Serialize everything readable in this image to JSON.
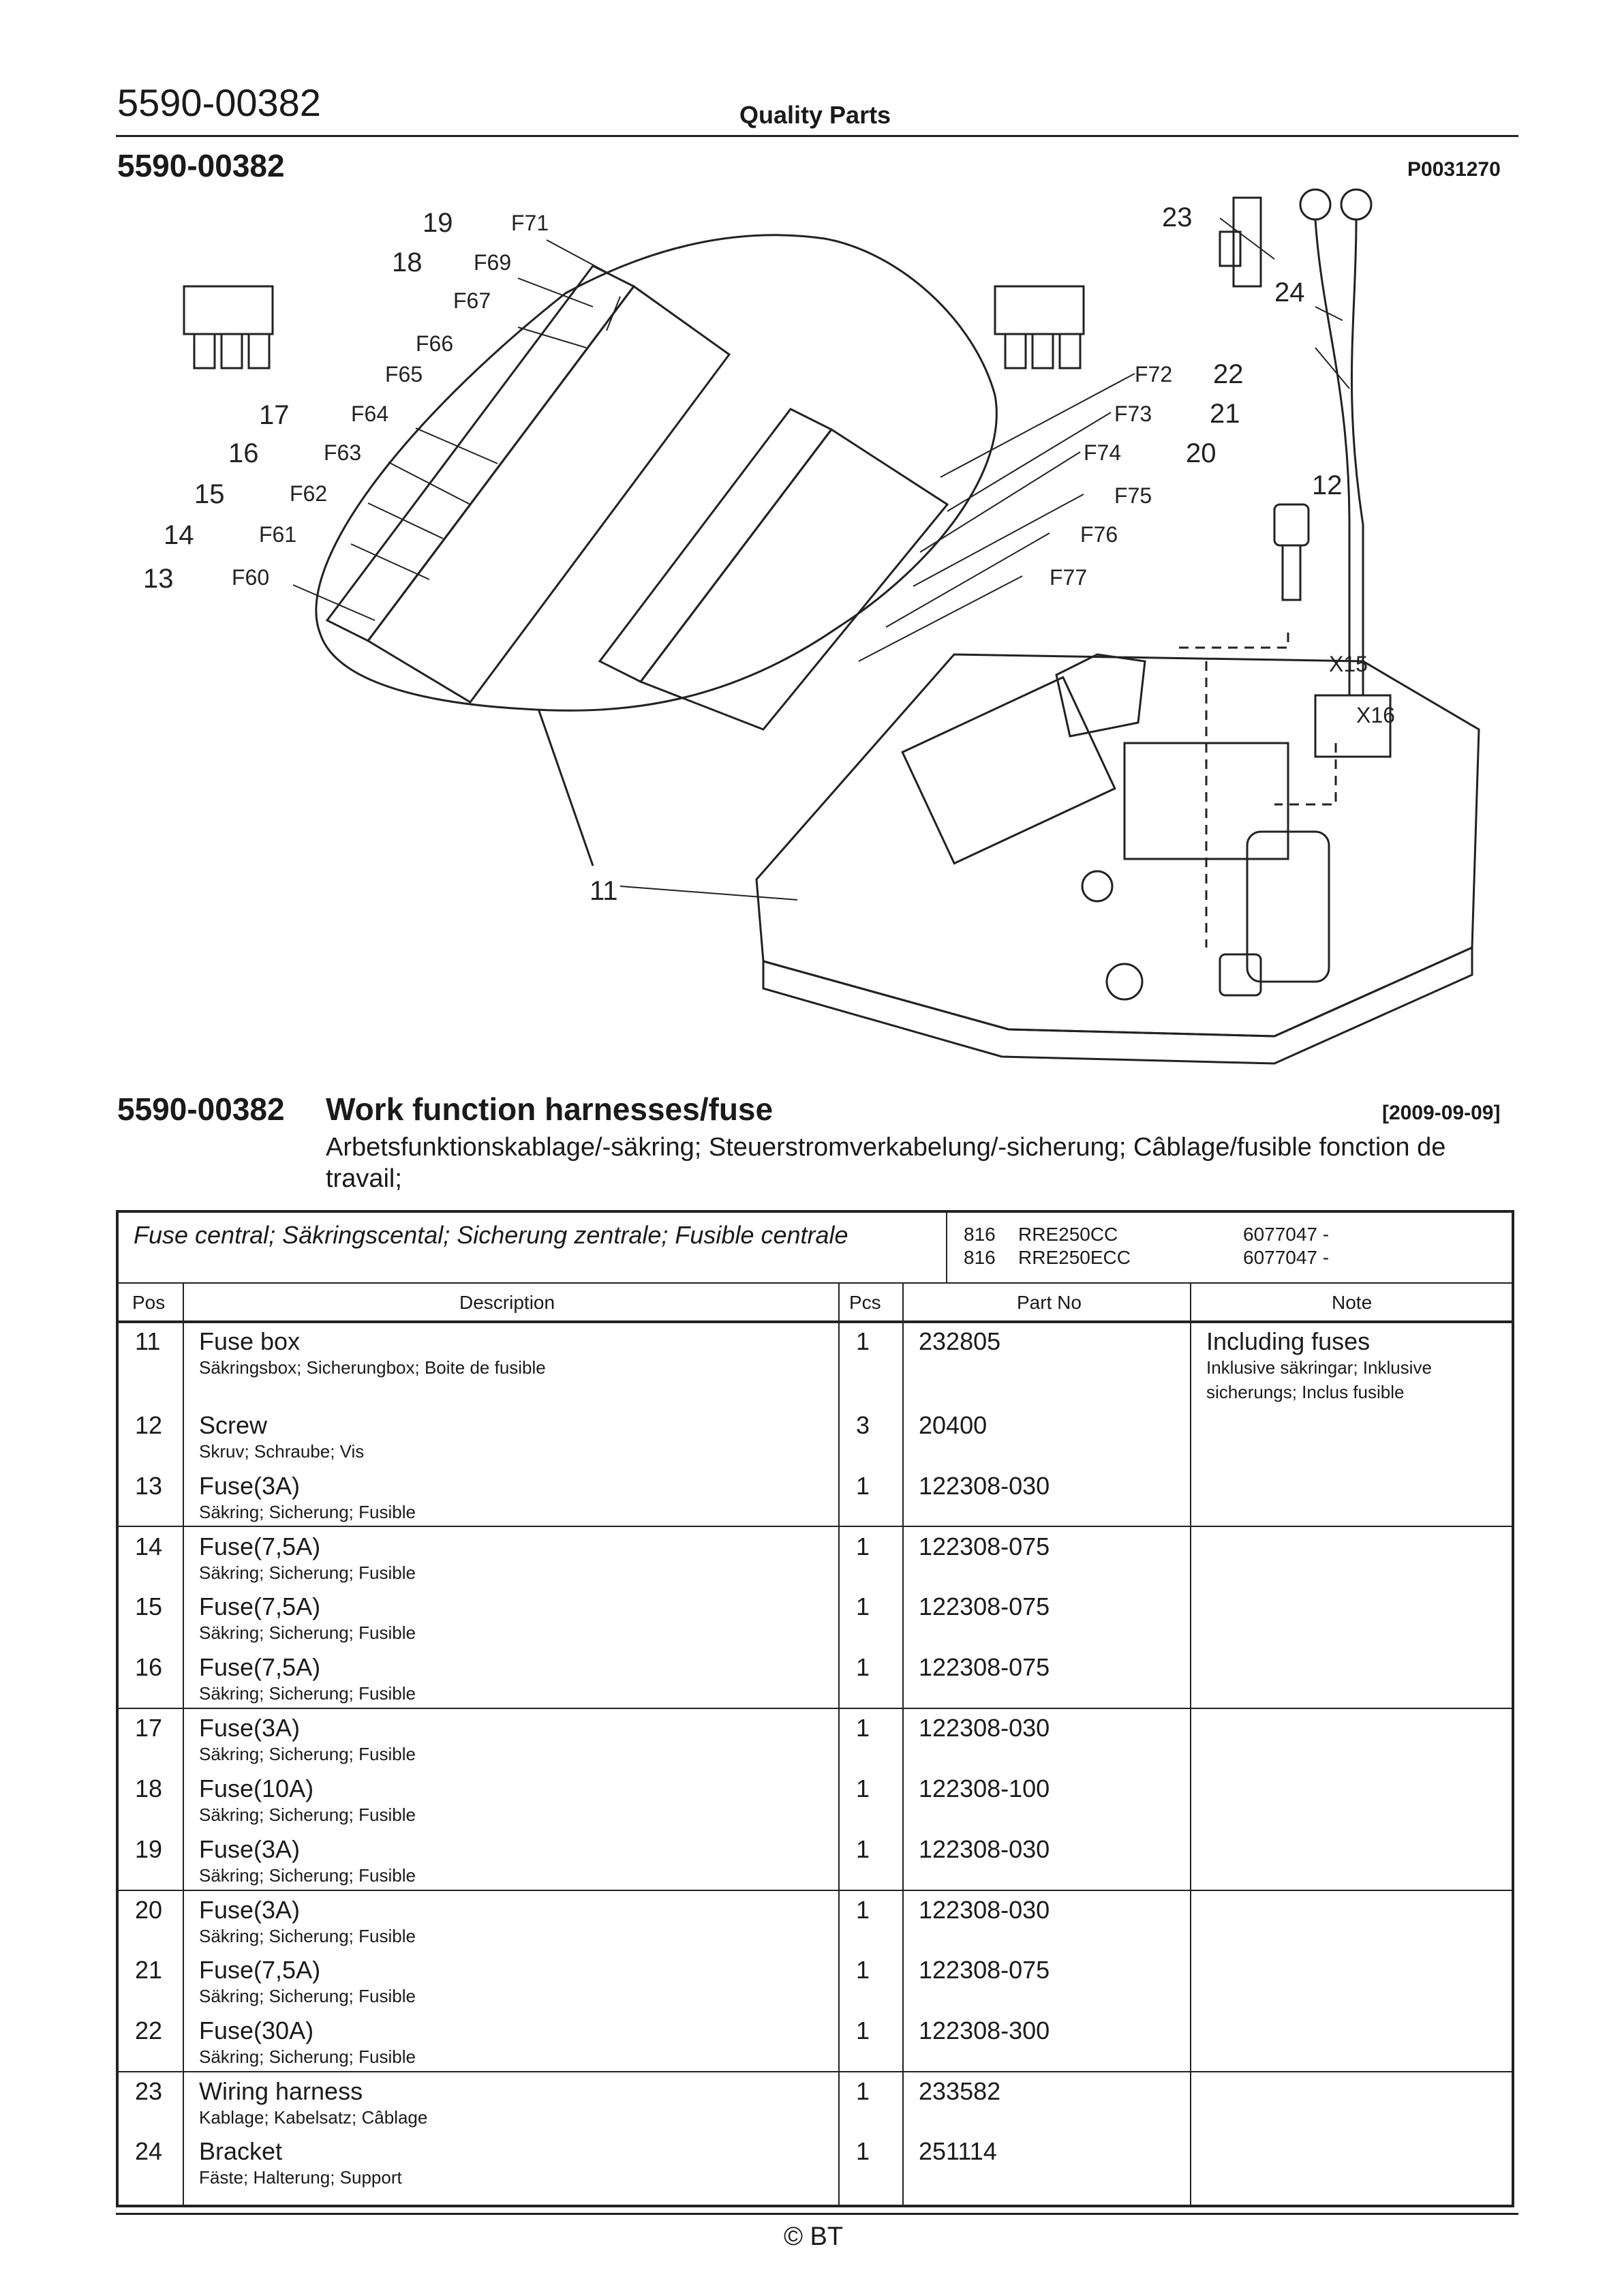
{
  "page": {
    "doc_number": "5590-00382",
    "brand": "Quality Parts",
    "section_code": "5590-00382",
    "drawing_id": "P0031270",
    "footer": "© BT"
  },
  "diagram": {
    "callouts": [
      {
        "pos": "19",
        "fuse": "F71"
      },
      {
        "pos": "18",
        "fuse": "F69"
      },
      {
        "pos": "",
        "fuse": "F67"
      },
      {
        "pos": "",
        "fuse": "F66"
      },
      {
        "pos": "",
        "fuse": "F65"
      },
      {
        "pos": "17",
        "fuse": "F64"
      },
      {
        "pos": "16",
        "fuse": "F63"
      },
      {
        "pos": "15",
        "fuse": "F62"
      },
      {
        "pos": "14",
        "fuse": "F61"
      },
      {
        "pos": "13",
        "fuse": "F60"
      },
      {
        "pos": "22",
        "fuse": "F72"
      },
      {
        "pos": "21",
        "fuse": "F73"
      },
      {
        "pos": "20",
        "fuse": "F74"
      },
      {
        "pos": "",
        "fuse": "F75"
      },
      {
        "pos": "",
        "fuse": "F76"
      },
      {
        "pos": "",
        "fuse": "F77"
      }
    ],
    "other_labels": {
      "n23": "23",
      "n24": "24",
      "n12": "12",
      "n11": "11",
      "x15": "X15",
      "x16": "X16"
    }
  },
  "title": {
    "code": "5590-00382",
    "text": "Work function harnesses/fuse",
    "date": "[2009-09-09]",
    "subtitle": "Arbetsfunktionskablage/-säkring; Steuerstromverkabelung/-sicherung; Câblage/fusible fonction de travail;"
  },
  "table": {
    "group_title": "Fuse central; Säkringscental; Sicherung zentrale; Fusible centrale",
    "applicability": [
      {
        "code": "816",
        "model": "RRE250CC",
        "serial": "6077047 -"
      },
      {
        "code": "816",
        "model": "RRE250ECC",
        "serial": "6077047 -"
      }
    ],
    "headers": {
      "pos": "Pos",
      "description": "Description",
      "pcs": "Pcs",
      "part_no": "Part No",
      "note": "Note"
    },
    "rows": [
      {
        "pos": "11",
        "desc": "Fuse box",
        "desc_sub": "Säkringsbox; Sicherungbox; Boite de fusible",
        "pcs": "1",
        "part": "232805",
        "note": "Including fuses",
        "note_l1": "Inklusive säkringar; Inklusive",
        "note_l2": "sicherungs; Inclus fusible"
      },
      {
        "pos": "12",
        "desc": "Screw",
        "desc_sub": "Skruv; Schraube; Vis",
        "pcs": "3",
        "part": "20400"
      },
      {
        "pos": "13",
        "desc": "Fuse(3A)",
        "desc_sub": "Säkring; Sicherung; Fusible",
        "pcs": "1",
        "part": "122308-030"
      },
      {
        "pos": "14",
        "desc": "Fuse(7,5A)",
        "desc_sub": "Säkring; Sicherung; Fusible",
        "pcs": "1",
        "part": "122308-075"
      },
      {
        "pos": "15",
        "desc": "Fuse(7,5A)",
        "desc_sub": "Säkring; Sicherung; Fusible",
        "pcs": "1",
        "part": "122308-075"
      },
      {
        "pos": "16",
        "desc": "Fuse(7,5A)",
        "desc_sub": "Säkring; Sicherung; Fusible",
        "pcs": "1",
        "part": "122308-075"
      },
      {
        "pos": "17",
        "desc": "Fuse(3A)",
        "desc_sub": "Säkring; Sicherung; Fusible",
        "pcs": "1",
        "part": "122308-030"
      },
      {
        "pos": "18",
        "desc": "Fuse(10A)",
        "desc_sub": "Säkring; Sicherung; Fusible",
        "pcs": "1",
        "part": "122308-100"
      },
      {
        "pos": "19",
        "desc": "Fuse(3A)",
        "desc_sub": "Säkring; Sicherung; Fusible",
        "pcs": "1",
        "part": "122308-030"
      },
      {
        "pos": "20",
        "desc": "Fuse(3A)",
        "desc_sub": "Säkring; Sicherung; Fusible",
        "pcs": "1",
        "part": "122308-030"
      },
      {
        "pos": "21",
        "desc": "Fuse(7,5A)",
        "desc_sub": "Säkring; Sicherung; Fusible",
        "pcs": "1",
        "part": "122308-075"
      },
      {
        "pos": "22",
        "desc": "Fuse(30A)",
        "desc_sub": "Säkring; Sicherung; Fusible",
        "pcs": "1",
        "part": "122308-300"
      },
      {
        "pos": "23",
        "desc": "Wiring harness",
        "desc_sub": "Kablage; Kabelsatz; Câblage",
        "pcs": "1",
        "part": "233582"
      },
      {
        "pos": "24",
        "desc": "Bracket",
        "desc_sub": "Fäste; Halterung; Support",
        "pcs": "1",
        "part": "251114"
      }
    ]
  }
}
